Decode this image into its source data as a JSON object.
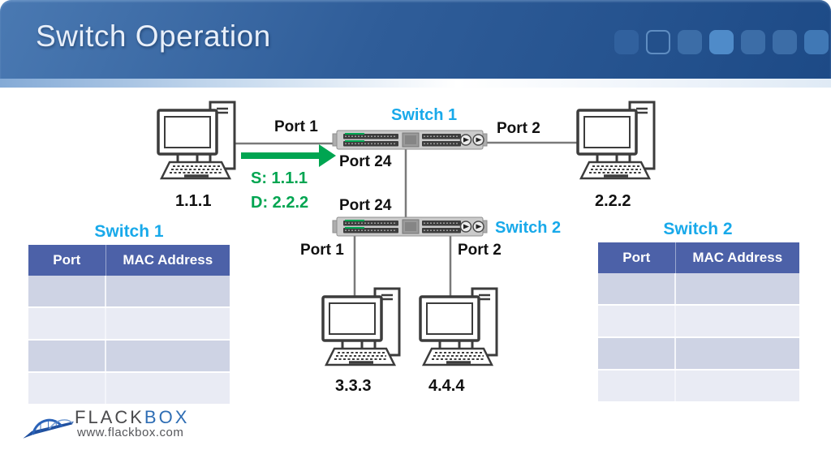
{
  "slide": {
    "title": "Switch Operation"
  },
  "diagram": {
    "switch1_label": "Switch 1",
    "switch2_label": "Switch 2",
    "port_labels": {
      "sw1_port1": "Port 1",
      "sw1_port2": "Port 2",
      "sw1_port24": "Port 24",
      "sw2_port24": "Port 24",
      "sw2_port1": "Port 1",
      "sw2_port2": "Port 2"
    },
    "hosts": {
      "pc1": "1.1.1",
      "pc2": "2.2.2",
      "pc3": "3.3.3",
      "pc4": "4.4.4"
    },
    "frame": {
      "source": "S: 1.1.1",
      "destination": "D: 2.2.2"
    }
  },
  "tables": [
    {
      "title": "Switch 1",
      "headers": [
        "Port",
        "MAC Address"
      ],
      "rows": [
        [
          "",
          ""
        ],
        [
          "",
          ""
        ],
        [
          "",
          ""
        ],
        [
          "",
          ""
        ]
      ]
    },
    {
      "title": "Switch 2",
      "headers": [
        "Port",
        "MAC Address"
      ],
      "rows": [
        [
          "",
          ""
        ],
        [
          "",
          ""
        ],
        [
          "",
          ""
        ],
        [
          "",
          ""
        ]
      ]
    }
  ],
  "logo": {
    "name_part1": "FLACK",
    "name_part2": "BOX",
    "url": "www.flackbox.com"
  },
  "colors": {
    "accent_cyan": "#18a9ea",
    "accent_green": "#00a551",
    "table_header_blue": "#4c61a8",
    "table_row_dark": "#ced3e4",
    "table_row_light": "#e9ebf4",
    "header_blue_light": "#4a79b2",
    "header_blue_dark": "#1d4a86",
    "logo_blue": "#2e6db4"
  }
}
